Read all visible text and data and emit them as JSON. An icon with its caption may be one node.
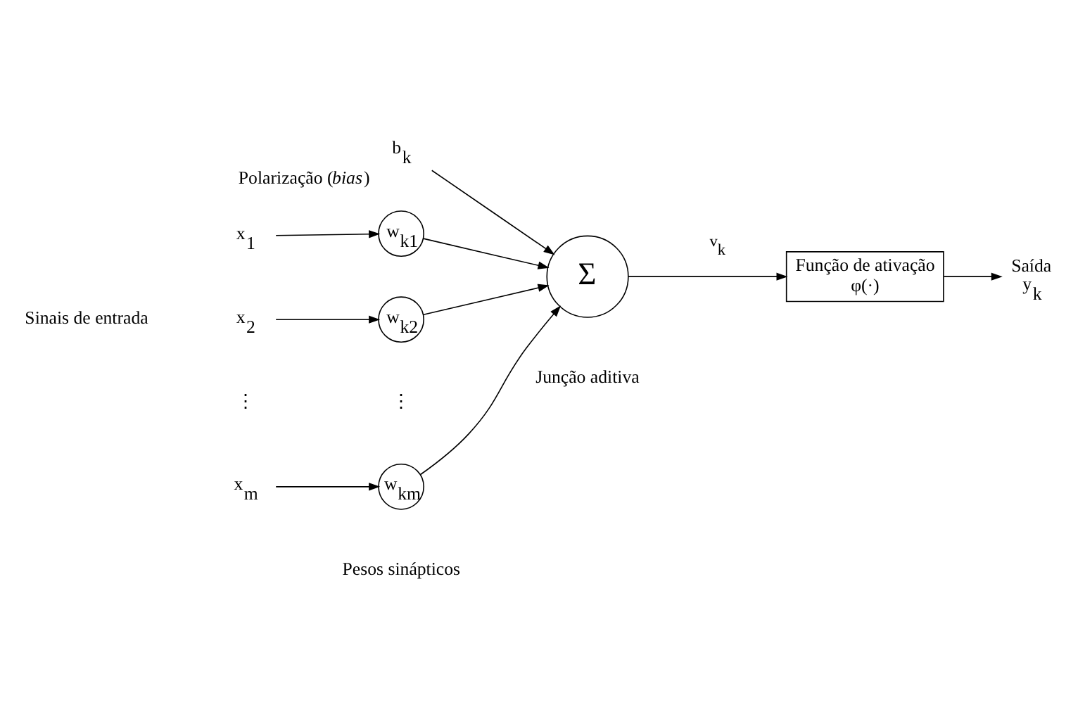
{
  "diagram": {
    "nodes": [
      {
        "text": [
          "x$_{1}$"
        ]
      },
      {
        "text": [
          "w$_{k1}$"
        ]
      },
      {
        "text": [
          "x$_{2}$"
        ]
      },
      {
        "text": [
          "w$_{k2}$"
        ]
      },
      {
        "text": [
          "x$_{m}$"
        ]
      },
      {
        "text": [
          "w$_{km}$"
        ]
      },
      {
        "text": [
          "Σ"
        ],
        "beside": [
          "Junção aditiva"
        ]
      },
      {
        "text": [
          "b$_{k}$"
        ],
        "beside": [
          "Polarização (*bias*)"
        ]
      },
      {
        "text": [
          "Função de ativação",
          "φ(·)"
        ]
      },
      {
        "text": [
          "Saída",
          "y$_{k}$"
        ]
      }
    ],
    "edges": [
      {
        "from": 0,
        "to": 1,
        "arrow": "to"
      },
      {
        "from": 2,
        "to": 3,
        "arrow": "to"
      },
      {
        "from": 4,
        "to": 5,
        "arrow": "to"
      },
      {
        "from": 1,
        "to": 6,
        "arrow": "to"
      },
      {
        "from": 3,
        "to": 6,
        "arrow": "to"
      },
      {
        "from": 5,
        "to": 6,
        "arrow": "to"
      },
      {
        "from": 7,
        "to": 6,
        "arrow": "to"
      },
      {
        "from": 6,
        "to": 8,
        "label": "v$_{k}$",
        "arrow": "to"
      },
      {
        "from": 8,
        "to": 9,
        "arrow": "to"
      }
    ],
    "labels": [
      "Sinais de entrada",
      "⋮",
      "⋮",
      "Pesos sinápticos"
    ]
  }
}
